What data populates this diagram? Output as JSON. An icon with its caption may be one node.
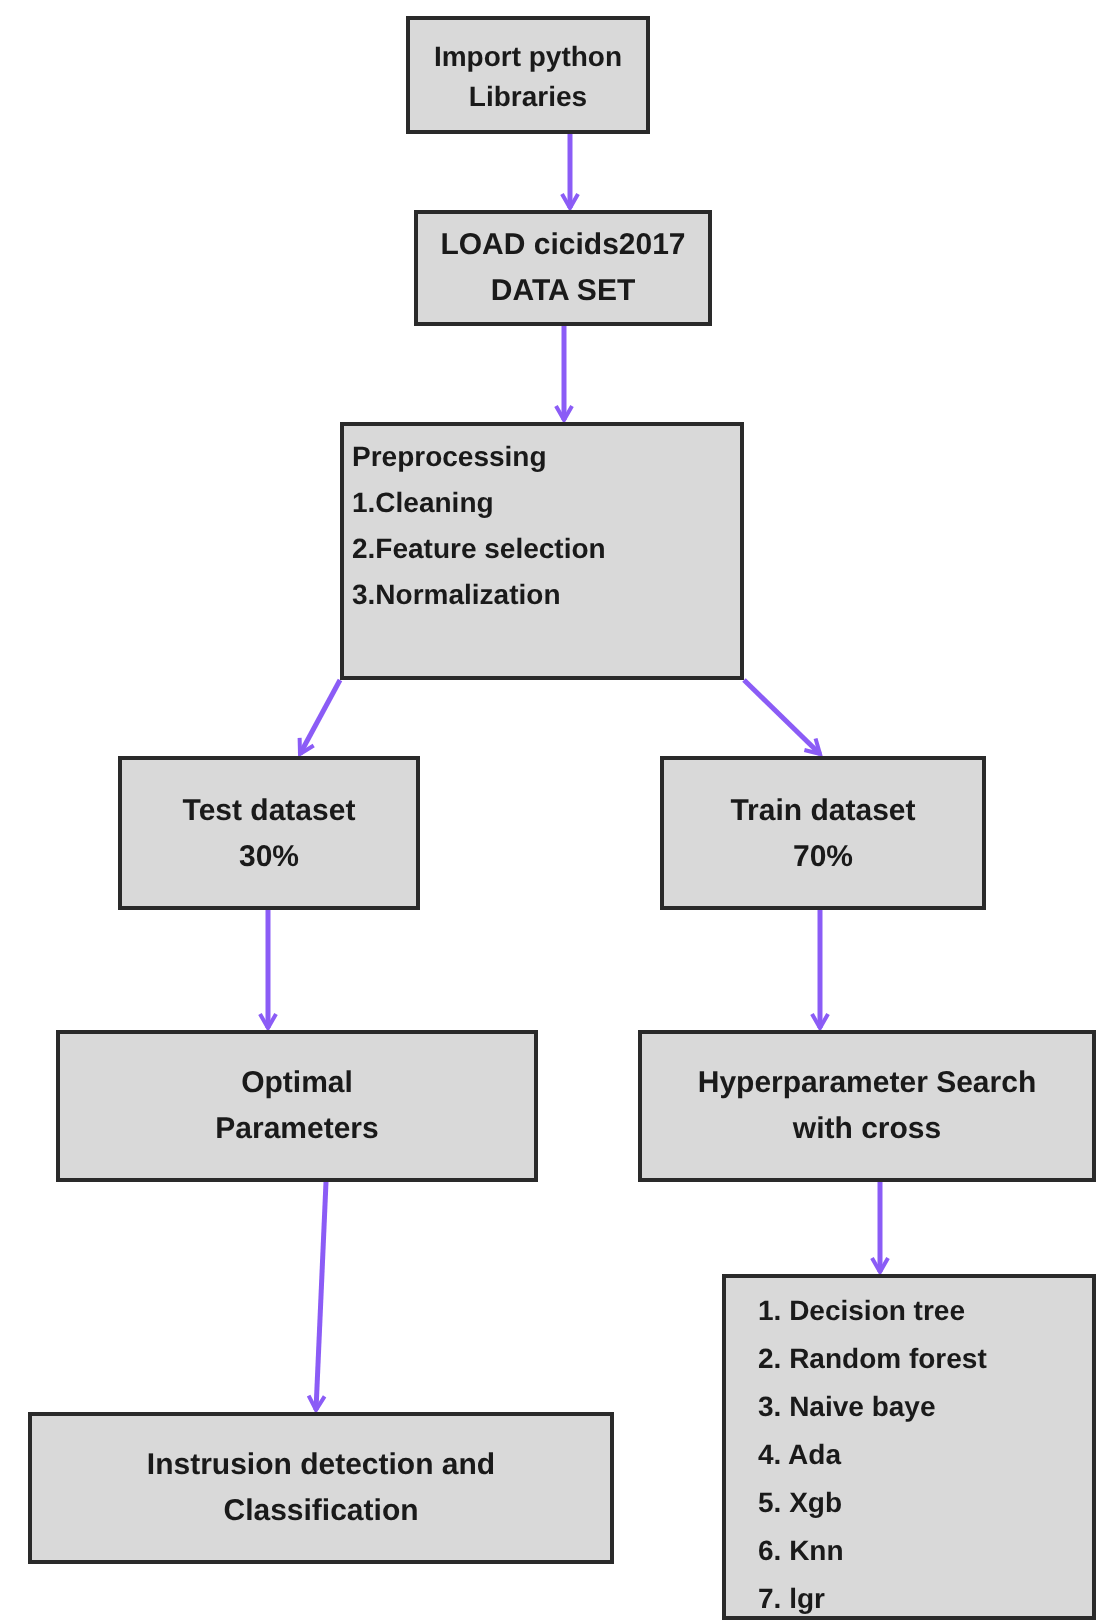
{
  "diagram": {
    "nodes": [
      {
        "text": [
          "Import python Libraries"
        ]
      },
      {
        "text": [
          "LOAD cicids2017 DATA SET"
        ]
      },
      {
        "text": [
          "Preprocessing",
          "1.Cleaning",
          "2.Feature selection",
          "3.Normalization"
        ]
      },
      {
        "text": [
          "Test dataset 30%"
        ]
      },
      {
        "text": [
          "Train dataset 70%"
        ]
      },
      {
        "text": [
          "Optimal Parameters"
        ]
      },
      {
        "text": [
          "Hyperparameter Search with cross"
        ]
      },
      {
        "text": [
          "1. Decision tree",
          "2. Random forest",
          "3. Naive baye",
          "4. Ada",
          "5. Xgb",
          "6. Knn",
          "7. lgr"
        ]
      },
      {
        "text": [
          "Instrusion detection and Classification"
        ]
      }
    ],
    "edges": [
      {
        "from": 0,
        "to": 1,
        "arrow": "to"
      },
      {
        "from": 1,
        "to": 2,
        "arrow": "to"
      },
      {
        "from": 2,
        "to": 3,
        "arrow": "to"
      },
      {
        "from": 2,
        "to": 4,
        "arrow": "to"
      },
      {
        "from": 3,
        "to": 5,
        "arrow": "to"
      },
      {
        "from": 4,
        "to": 6,
        "arrow": "to"
      },
      {
        "from": 5,
        "to": 8,
        "arrow": "to"
      },
      {
        "from": 6,
        "to": 7,
        "arrow": "to"
      }
    ]
  }
}
